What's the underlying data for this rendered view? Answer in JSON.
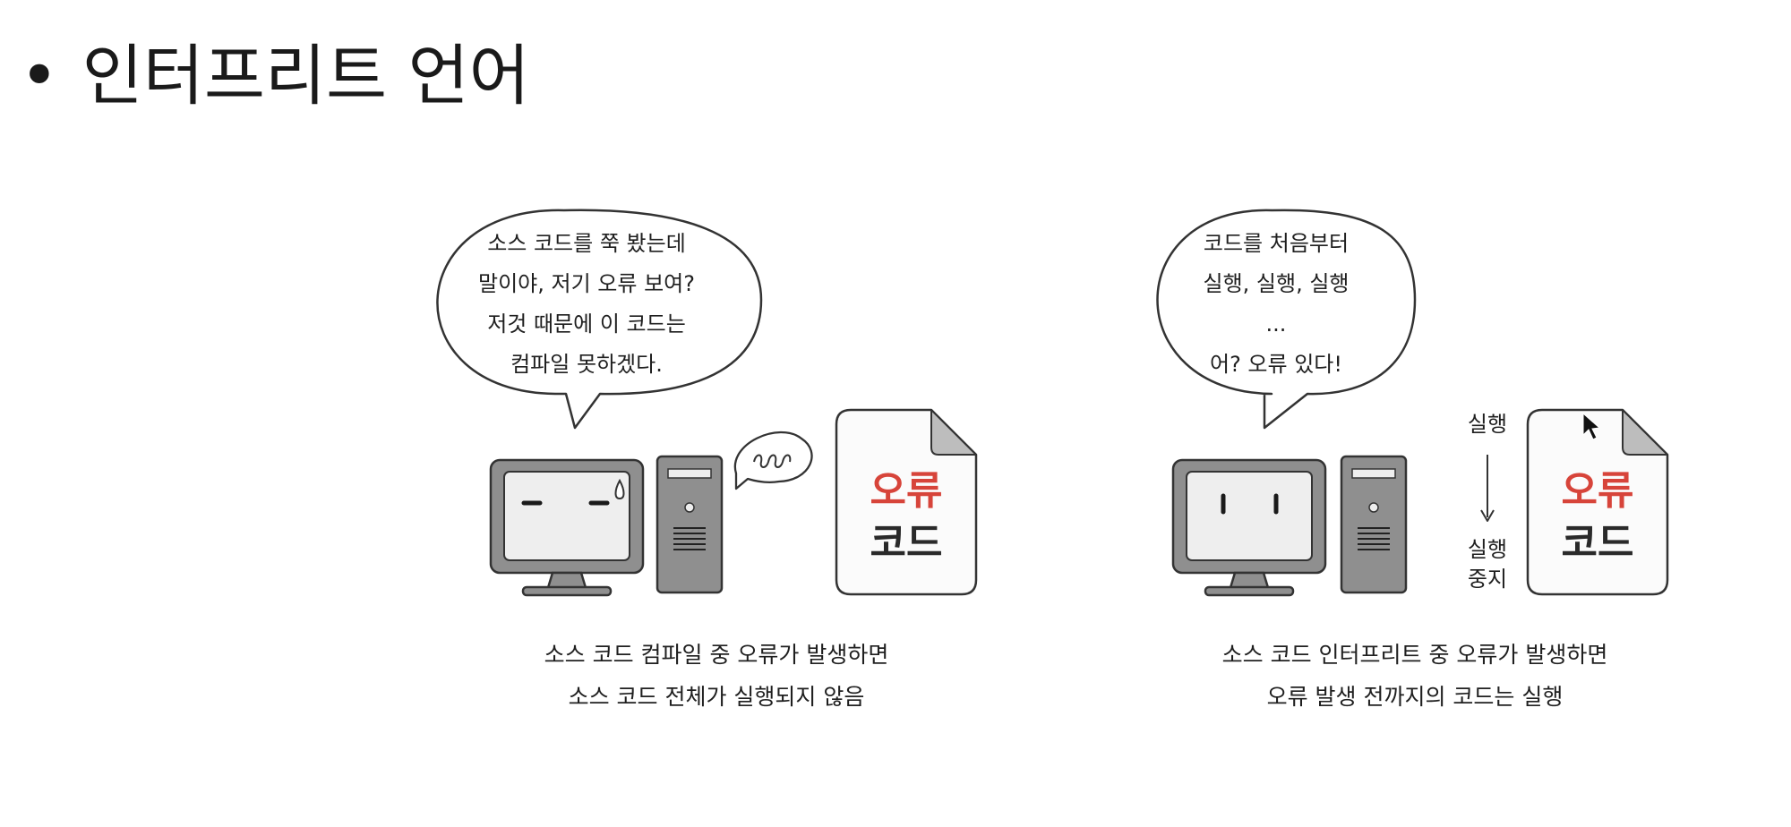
{
  "title": {
    "bullet": "•",
    "text": "인터프리트 언어"
  },
  "compiled_panel": {
    "bubble_lines": [
      "소스 코드를 쭉 봤는데",
      "말이야, 저기 오류 보여?",
      "저것 때문에 이 코드는",
      "컴파일 못하겠다."
    ],
    "document_label_error": "오류",
    "document_label_code": "코드",
    "caption_lines": [
      "소스 코드 컴파일 중 오류가 발생하면",
      "소스 코드 전체가 실행되지 않음"
    ]
  },
  "interpreted_panel": {
    "bubble_lines": [
      "코드를 처음부터",
      "실행, 실행, 실행",
      "...",
      "어? 오류 있다!"
    ],
    "flow_start_label": "실행",
    "flow_end_label_line1": "실행",
    "flow_end_label_line2": "중지",
    "document_label_error": "오류",
    "document_label_code": "코드",
    "caption_lines": [
      "소스 코드 인터프리트 중 오류가 발생하면",
      "오류 발생 전까지의 코드는 실행"
    ]
  },
  "colors": {
    "error_text": "#d7443a",
    "monitor_body": "#8f8f8f",
    "screen": "#eeeeee",
    "outline": "#333333"
  },
  "icons": [
    "speech-bubble",
    "computer-monitor-icon",
    "computer-tower-icon",
    "document-icon",
    "swirl-thought-icon",
    "down-arrow-icon",
    "mouse-cursor-icon",
    "sweat-drop-icon"
  ]
}
